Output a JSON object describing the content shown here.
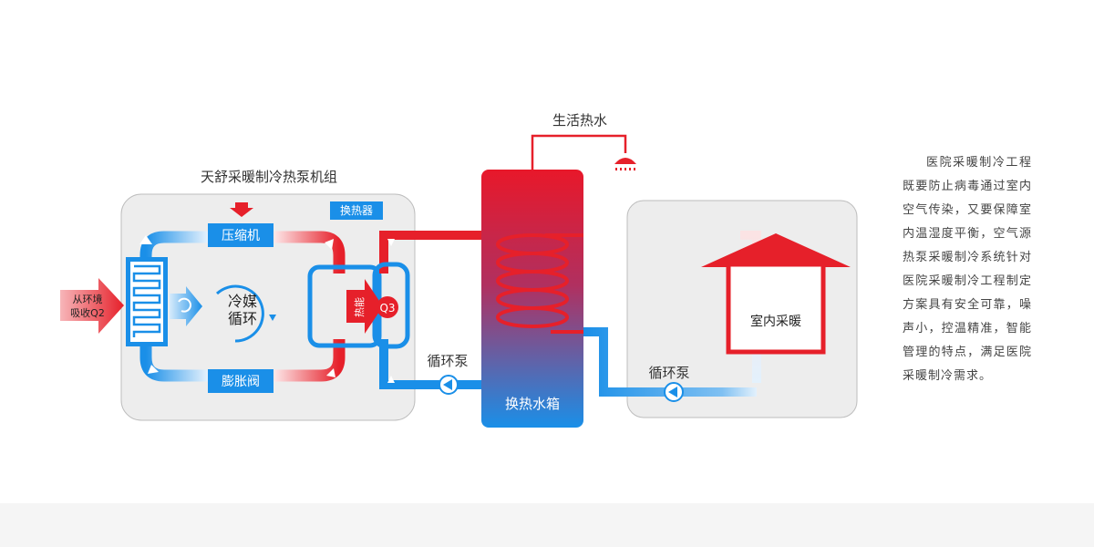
{
  "unit_title": "天舒采暖制冷热泵机组",
  "labels": {
    "compressor": "压缩机",
    "expansion_valve": "膨胀阀",
    "heat_exchanger": "换热器",
    "refrigerant_cycle_line1": "冷媒",
    "refrigerant_cycle_line2": "循环",
    "ambient_line1": "从环境",
    "ambient_line2": "吸收Q2",
    "heat_energy": "热能",
    "q3": "Q3",
    "domestic_hot_water": "生活热水",
    "circulation_pump_left": "循环泵",
    "circulation_pump_right": "循环泵",
    "tank": "换热水箱",
    "indoor_heating": "室内采暖"
  },
  "description": "医院采暖制冷工程既要防止病毒通过室内空气传染，又要保障室内温湿度平衡，空气源热泵采暖制冷系统针对医院采暖制冷工程制定方案具有安全可靠，噪声小，控温精准，智能管理的特点，满足医院采暖制冷需求。",
  "colors": {
    "hot": "#e6202a",
    "cold": "#1a8fe8",
    "panel": "#ededed",
    "panel_border": "#bdbdbd",
    "text": "#333333"
  }
}
